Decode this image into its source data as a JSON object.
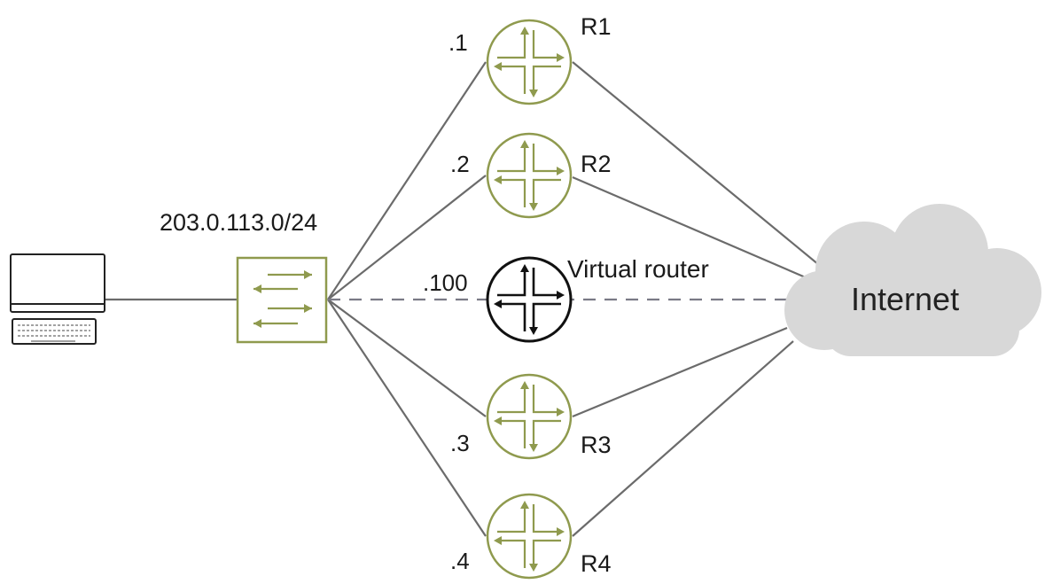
{
  "subnet_label": "203.0.113.0/24",
  "internet_label": "Internet",
  "virtual_router": {
    "name": "Virtual router",
    "ip": ".100"
  },
  "routers": [
    {
      "name": "R1",
      "ip": ".1"
    },
    {
      "name": "R2",
      "ip": ".2"
    },
    {
      "name": "R3",
      "ip": ".3"
    },
    {
      "name": "R4",
      "ip": ".4"
    }
  ],
  "colors": {
    "router_outline": "#8f9a4e",
    "virtual_router_outline": "#111111",
    "link": "#6b6b6b",
    "cloud": "#d8d8d8"
  },
  "icons": {
    "laptop": "laptop-icon",
    "switch": "switch-icon",
    "router": "router-icon",
    "virtual_router": "virtual-router-icon",
    "cloud": "cloud-icon"
  }
}
